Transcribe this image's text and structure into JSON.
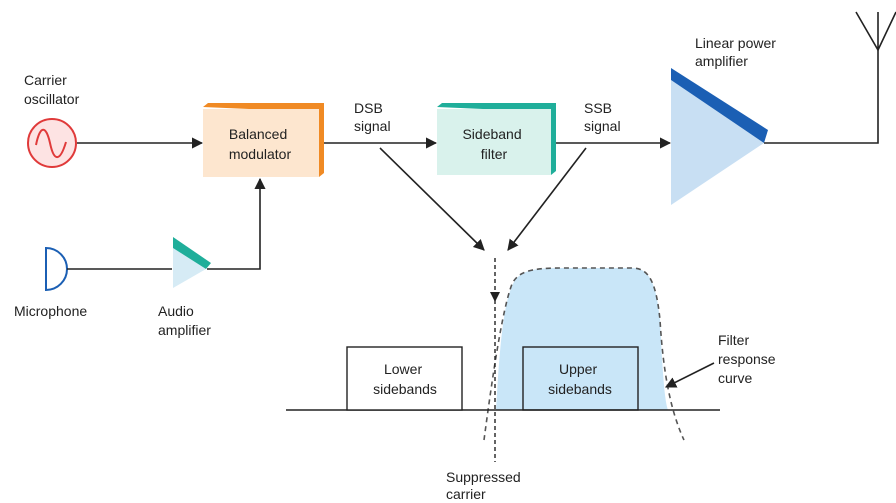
{
  "labels": {
    "carrier_oscillator": [
      "Carrier",
      "oscillator"
    ],
    "balanced_modulator": [
      "Balanced",
      "modulator"
    ],
    "dsb_signal": [
      "DSB",
      "signal"
    ],
    "sideband_filter": [
      "Sideband",
      "filter"
    ],
    "ssb_signal": [
      "SSB",
      "signal"
    ],
    "linear_power_amplifier": [
      "Linear power",
      "amplifier"
    ],
    "microphone": "Microphone",
    "audio_amplifier": [
      "Audio",
      "amplifier"
    ],
    "lower_sidebands": [
      "Lower",
      "sidebands"
    ],
    "upper_sidebands": [
      "Upper",
      "sidebands"
    ],
    "filter_response_curve": [
      "Filter",
      "response",
      "curve"
    ],
    "suppressed_carrier": [
      "Suppressed",
      "carrier"
    ]
  },
  "colors": {
    "oscillator_red": "#e03a3a",
    "oscillator_fill": "#fde3e3",
    "modulator_orange": "#f08a24",
    "modulator_fill": "#fde6cf",
    "filter_teal": "#1fae9a",
    "filter_fill": "#d9f2ec",
    "amplifier_blue": "#1b5fb4",
    "amplifier_fill": "#c8dff3",
    "microphone_blue": "#1b5fb4",
    "audio_amp_teal": "#1fae9a",
    "audio_amp_fill": "#d6ebf5",
    "response_fill": "#c9e6f8",
    "line": "#222222"
  }
}
